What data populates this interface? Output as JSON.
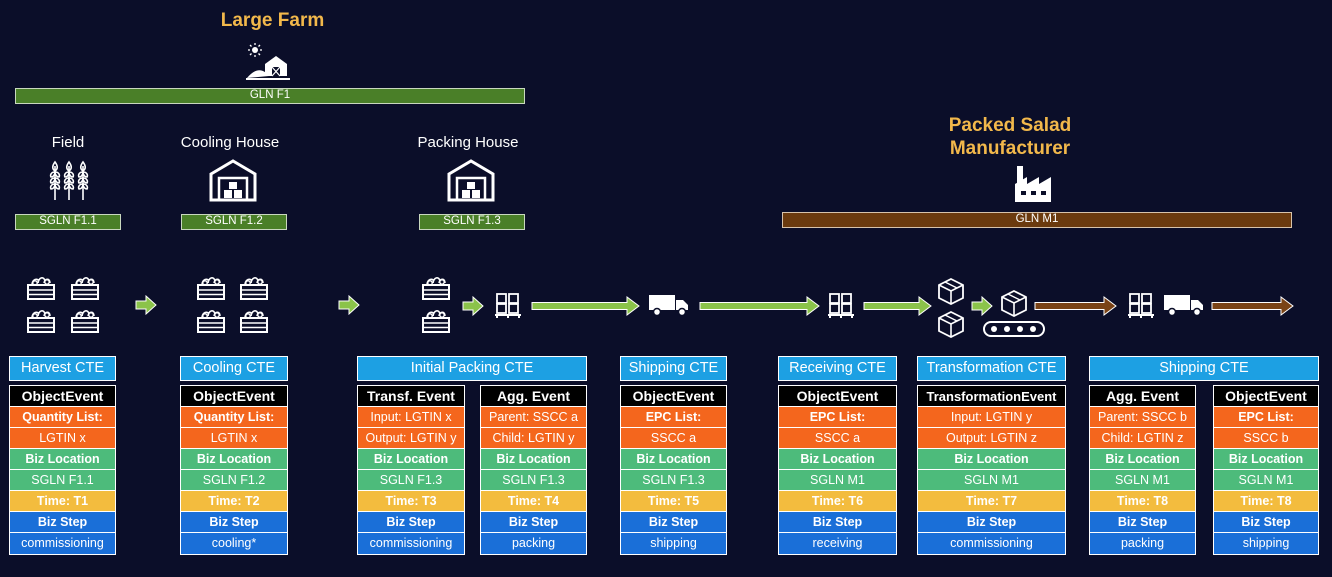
{
  "large_farm": {
    "title": "Large Farm",
    "gln": "GLN F1",
    "locations": [
      {
        "label": "Field",
        "sgln": "SGLN F1.1",
        "icon": "wheat-icon"
      },
      {
        "label": "Cooling House",
        "sgln": "SGLN F1.2",
        "icon": "warehouse-icon"
      },
      {
        "label": "Packing House",
        "sgln": "SGLN F1.3",
        "icon": "warehouse-icon"
      }
    ]
  },
  "manufacturer": {
    "title_line1": "Packed Salad",
    "title_line2": "Manufacturer",
    "gln": "GLN M1"
  },
  "colors": {
    "background": "#0b0e29",
    "green_bar": "#4a7f28",
    "brown_bar": "#6b3a0e",
    "cte_header": "#1da0e3",
    "orange": "#f4661d",
    "green": "#4dbb7b",
    "yellow": "#f3bc3e",
    "blue": "#1a6fd8",
    "green_arrow": "#8bc34a",
    "brown_arrow": "#7a4316"
  },
  "ctes": [
    {
      "name": "Harvest CTE",
      "events": [
        {
          "head": "ObjectEvent",
          "list_label": "Quantity List:",
          "list_value": "LGTIN x",
          "biz_location_label": "Biz Location",
          "biz_location": "SGLN F1.1",
          "time": "Time: T1",
          "biz_step_label": "Biz Step",
          "biz_step": "commissioning"
        }
      ]
    },
    {
      "name": "Cooling CTE",
      "events": [
        {
          "head": "ObjectEvent",
          "list_label": "Quantity List:",
          "list_value": "LGTIN x",
          "biz_location_label": "Biz Location",
          "biz_location": "SGLN F1.2",
          "time": "Time: T2",
          "biz_step_label": "Biz Step",
          "biz_step": "cooling*"
        }
      ]
    },
    {
      "name": "Initial Packing CTE",
      "events": [
        {
          "head": "Transf. Event",
          "list_label": "Input: LGTIN x",
          "list_value": "Output: LGTIN y",
          "biz_location_label": "Biz Location",
          "biz_location": "SGLN F1.3",
          "time": "Time: T3",
          "biz_step_label": "Biz Step",
          "biz_step": "commissioning"
        },
        {
          "head": "Agg. Event",
          "list_label": "Parent: SSCC a",
          "list_value": "Child: LGTIN y",
          "biz_location_label": "Biz Location",
          "biz_location": "SGLN F1.3",
          "time": "Time: T4",
          "biz_step_label": "Biz Step",
          "biz_step": "packing"
        }
      ]
    },
    {
      "name": "Shipping CTE",
      "events": [
        {
          "head": "ObjectEvent",
          "list_label": "EPC List:",
          "list_value": "SSCC a",
          "biz_location_label": "Biz Location",
          "biz_location": "SGLN F1.3",
          "time": "Time: T5",
          "biz_step_label": "Biz Step",
          "biz_step": "shipping"
        }
      ]
    },
    {
      "name": "Receiving CTE",
      "events": [
        {
          "head": "ObjectEvent",
          "list_label": "EPC List:",
          "list_value": "SSCC a",
          "biz_location_label": "Biz Location",
          "biz_location": "SGLN M1",
          "time": "Time: T6",
          "biz_step_label": "Biz Step",
          "biz_step": "receiving"
        }
      ]
    },
    {
      "name": "Transformation CTE",
      "events": [
        {
          "head": "TransformationEvent",
          "list_label": "Input: LGTIN y",
          "list_value": "Output: LGTIN z",
          "biz_location_label": "Biz Location",
          "biz_location": "SGLN M1",
          "time": "Time: T7",
          "biz_step_label": "Biz Step",
          "biz_step": "commissioning"
        }
      ]
    },
    {
      "name": "Shipping CTE",
      "events": [
        {
          "head": "Agg. Event",
          "list_label": "Parent: SSCC b",
          "list_value": "Child: LGTIN z",
          "biz_location_label": "Biz Location",
          "biz_location": "SGLN M1",
          "time": "Time: T8",
          "biz_step_label": "Biz Step",
          "biz_step": "packing"
        },
        {
          "head": "ObjectEvent",
          "list_label": "EPC List:",
          "list_value": "SSCC b",
          "biz_location_label": "Biz Location",
          "biz_location": "SGLN M1",
          "time": "Time: T8",
          "biz_step_label": "Biz Step",
          "biz_step": "shipping"
        }
      ]
    }
  ]
}
